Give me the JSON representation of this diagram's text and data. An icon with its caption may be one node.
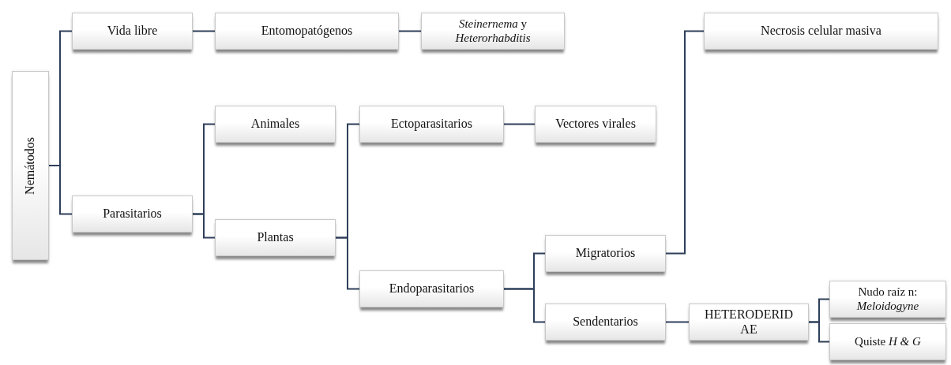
{
  "diagram": {
    "nodes": [
      {
        "text": [
          "Nemátodos"
        ]
      },
      {
        "text": [
          "Vida libre"
        ]
      },
      {
        "text": [
          "Entomopatógenos"
        ]
      },
      {
        "text": [
          "*Steinernema* y *Heterorhabditis*"
        ]
      },
      {
        "text": [
          "Necrosis celular masiva"
        ]
      },
      {
        "text": [
          "Parasitarios"
        ]
      },
      {
        "text": [
          "Animales"
        ]
      },
      {
        "text": [
          "Plantas"
        ]
      },
      {
        "text": [
          "Ectoparasitarios"
        ]
      },
      {
        "text": [
          "Vectores virales"
        ]
      },
      {
        "text": [
          "Endoparasitarios"
        ]
      },
      {
        "text": [
          "Migratorios"
        ]
      },
      {
        "text": [
          "Sendentarios"
        ]
      },
      {
        "text": [
          "HETERODERIDAE"
        ]
      },
      {
        "text": [
          "Nudo raíz n: *Meloidogyne*"
        ]
      },
      {
        "text": [
          "Quiste *H & G*"
        ]
      }
    ],
    "edges": [
      {
        "from": 0,
        "to": 1,
        "arrow": "none"
      },
      {
        "from": 0,
        "to": 5,
        "arrow": "none"
      },
      {
        "from": 1,
        "to": 2,
        "arrow": "none"
      },
      {
        "from": 2,
        "to": 3,
        "arrow": "none"
      },
      {
        "from": 5,
        "to": 6,
        "arrow": "none"
      },
      {
        "from": 5,
        "to": 7,
        "arrow": "none"
      },
      {
        "from": 7,
        "to": 8,
        "arrow": "none"
      },
      {
        "from": 7,
        "to": 10,
        "arrow": "none"
      },
      {
        "from": 8,
        "to": 9,
        "arrow": "none"
      },
      {
        "from": 10,
        "to": 11,
        "arrow": "none"
      },
      {
        "from": 10,
        "to": 12,
        "arrow": "none"
      },
      {
        "from": 11,
        "to": 4,
        "arrow": "none"
      },
      {
        "from": 12,
        "to": 13,
        "arrow": "none"
      },
      {
        "from": 13,
        "to": 14,
        "arrow": "none"
      },
      {
        "from": 13,
        "to": 15,
        "arrow": "none"
      }
    ]
  }
}
